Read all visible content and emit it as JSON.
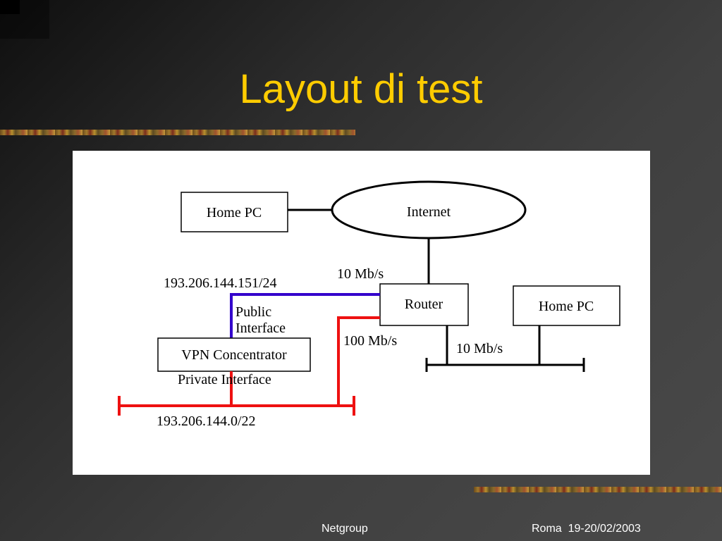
{
  "slide": {
    "title": "Layout di test"
  },
  "diagram": {
    "home_pc_left": "Home PC",
    "internet": "Internet",
    "router": "Router",
    "home_pc_right": "Home PC",
    "vpn_concentrator": "VPN Concentrator",
    "public_ip": "193.206.144.151/24",
    "speed_router_internet": "10 Mb/s",
    "public_interface_line1": "Public",
    "public_interface_line2": "Interface",
    "speed_router_lan": "100 Mb/s",
    "speed_router_home": "10 Mb/s",
    "private_interface": "Private Interface",
    "lan_subnet": "193.206.144.0/22",
    "colors": {
      "public_link": "#3300CC",
      "private_link": "#EE1111",
      "black_link": "#000000"
    }
  },
  "footer": {
    "left": "Netgroup",
    "right": "Roma  19-20/02/2003"
  },
  "theme": {
    "title_color": "#FFCC00",
    "footer_color": "#FFFFFF"
  }
}
